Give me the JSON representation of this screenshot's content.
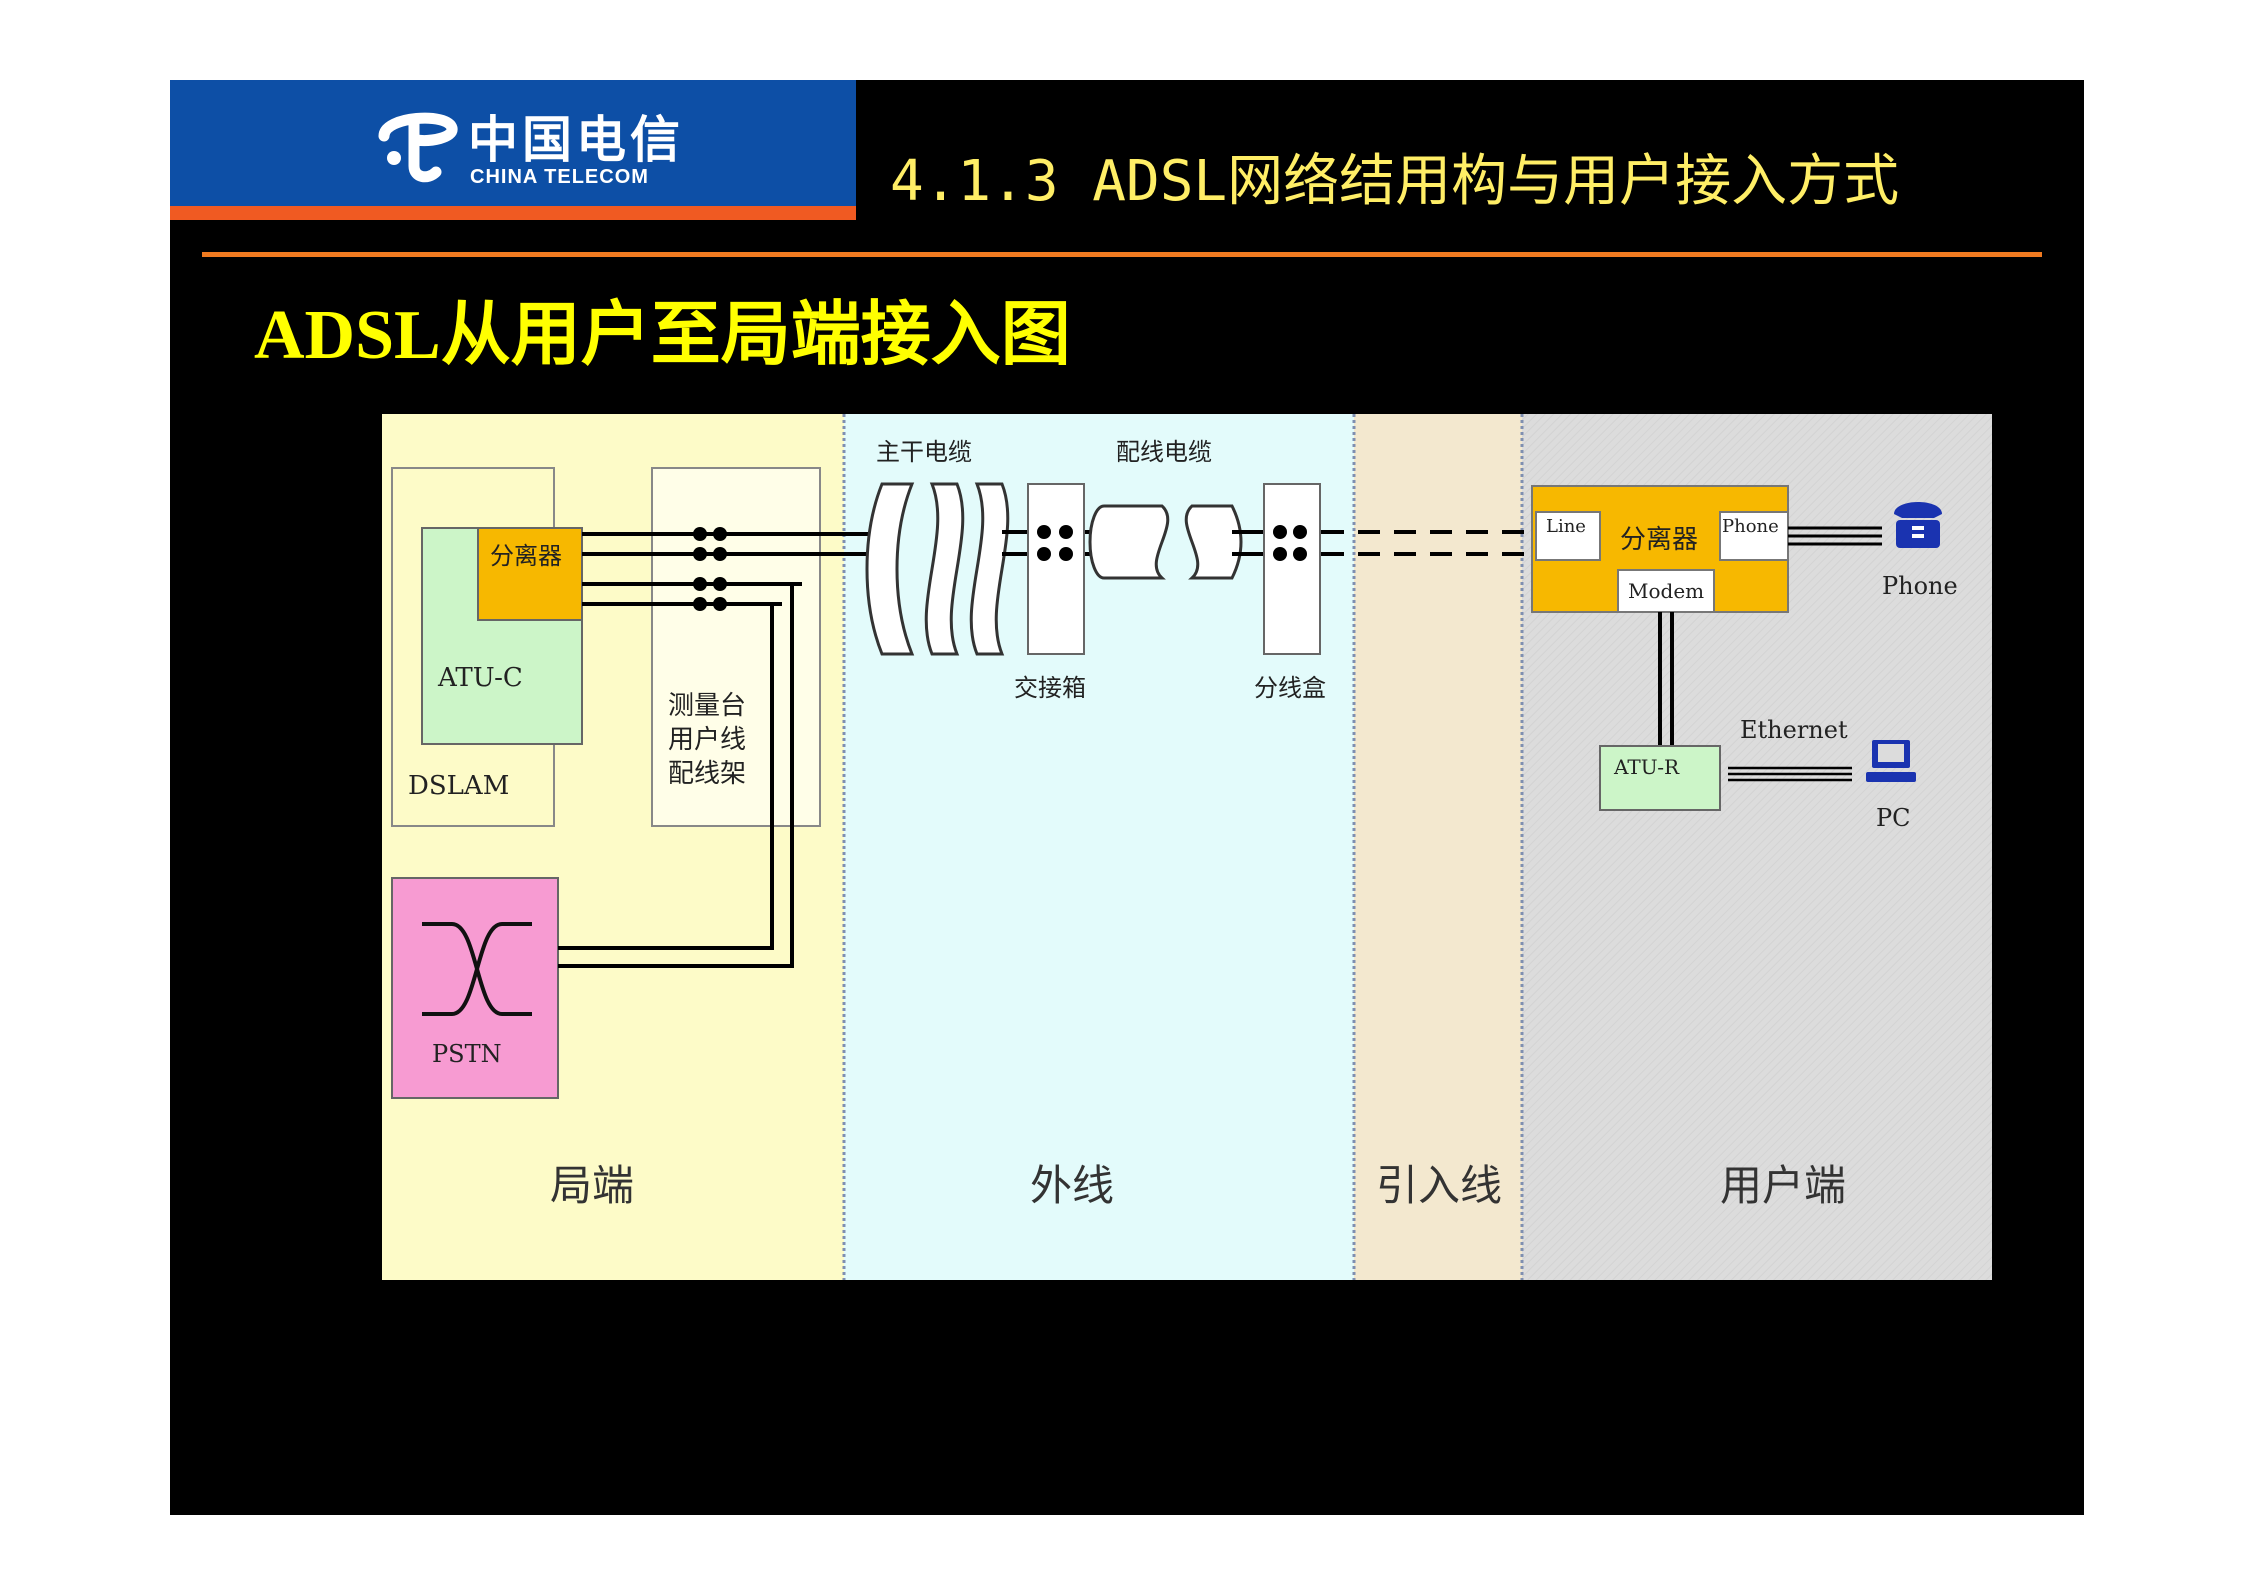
{
  "logo": {
    "name_cn": "中国电信",
    "name_en": "CHINA TELECOM",
    "colors": {
      "blue": "#0d4fa6",
      "orange": "#f05a22"
    }
  },
  "header": {
    "title": "4.1.3 ADSL网络结用构与用户接入方式"
  },
  "page": {
    "heading": "ADSL从用户至局端接入图"
  },
  "diagram": {
    "zones": [
      {
        "label": "局端",
        "color": "#fdfbc8"
      },
      {
        "label": "外线",
        "color": "#e3fbfb"
      },
      {
        "label": "引入线",
        "color": "#f3e8cf"
      },
      {
        "label": "用户端",
        "color": "#dcdcdc"
      }
    ],
    "labels": {
      "splitter_co": "分离器",
      "atu_c": "ATU-C",
      "dslam": "DSLAM",
      "mdf_line1": "测量台",
      "mdf_line2": "用户线",
      "mdf_line3": "配线架",
      "pstn": "PSTN",
      "main_cable": "主干电缆",
      "dist_cable": "配线电缆",
      "cross_box": "交接箱",
      "dist_box": "分线盒",
      "line_port": "Line",
      "splitter_user": "分离器",
      "phone_port": "Phone",
      "modem_port": "Modem",
      "atu_r": "ATU-R",
      "ethernet": "Ethernet",
      "phone": "Phone",
      "pc": "PC"
    },
    "colors": {
      "splitter": "#f7b800",
      "atu": "#ccf5c8",
      "pstn": "#f79bd2",
      "phone_icon": "#1a33b0"
    }
  }
}
